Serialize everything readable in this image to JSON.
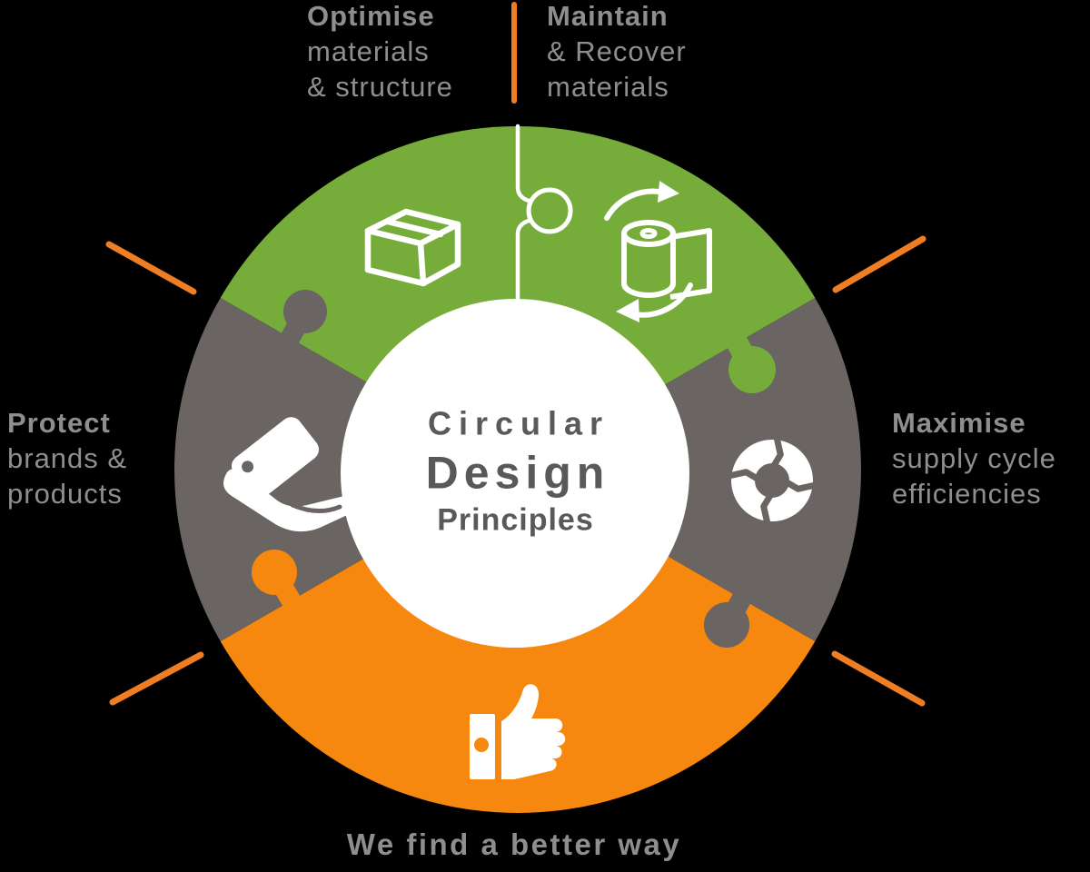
{
  "background": "#000000",
  "colors": {
    "green": "#76ad3a",
    "gray": "#6a6462",
    "orange": "#f6870f",
    "ray_orange": "#ee7d24",
    "white": "#ffffff",
    "label_gray": "#8e8e8e",
    "center_text_gray": "#5b5957"
  },
  "center_title": [
    "Circular",
    "Design",
    "Principles"
  ],
  "tagline": "We find a better way",
  "labels": {
    "optimise": [
      "Optimise",
      "materials",
      "& structure"
    ],
    "maintain": [
      "Maintain",
      "& Recover",
      "materials"
    ],
    "maximise": [
      "Maximise",
      "supply cycle",
      "efficiencies"
    ],
    "protect": [
      "Protect",
      "brands &",
      "products"
    ]
  },
  "segments": [
    {
      "name": "optimise-materials-structure",
      "color": "#76ad3a",
      "icon": "package-box-icon"
    },
    {
      "name": "maintain-recover-materials",
      "color": "#76ad3a",
      "icon": "material-roll-recycle-icon"
    },
    {
      "name": "maximise-supply-cycle",
      "color": "#6a6462",
      "icon": "supply-cycle-ring-icon"
    },
    {
      "name": "we-find-a-better-way",
      "color": "#f6870f",
      "icon": "thumbs-up-icon"
    },
    {
      "name": "protect-brands-products",
      "color": "#6a6462",
      "icon": "hand-with-tag-icon"
    }
  ]
}
